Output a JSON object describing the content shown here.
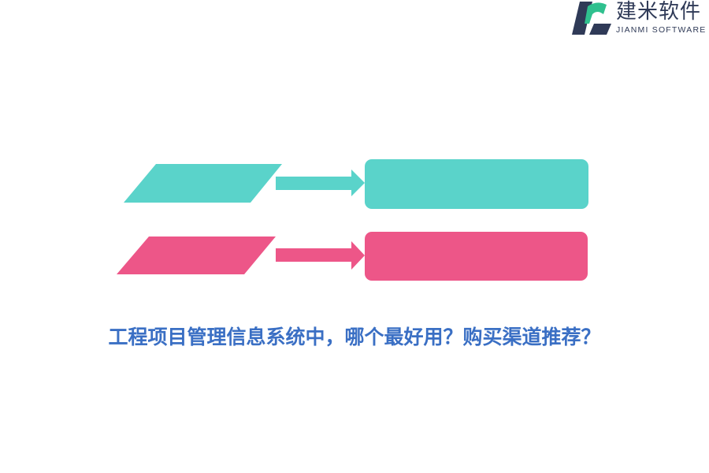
{
  "brand": {
    "name_cn": "建米软件",
    "name_en": "JIANMI SOFTWARE",
    "colors": {
      "dark": "#2f3a57",
      "green": "#2fc08e"
    }
  },
  "diagram": {
    "rows": [
      {
        "color": "#5ad3ca",
        "shapes": [
          "parallelogram",
          "arrow-right",
          "rounded-rectangle"
        ]
      },
      {
        "color": "#ed5688",
        "shapes": [
          "parallelogram",
          "arrow-right",
          "rounded-rectangle"
        ]
      }
    ]
  },
  "headline": {
    "text": "工程项目管理信息系统中，哪个最好用？购买渠道推荐？",
    "color": "#3a6fc4"
  }
}
